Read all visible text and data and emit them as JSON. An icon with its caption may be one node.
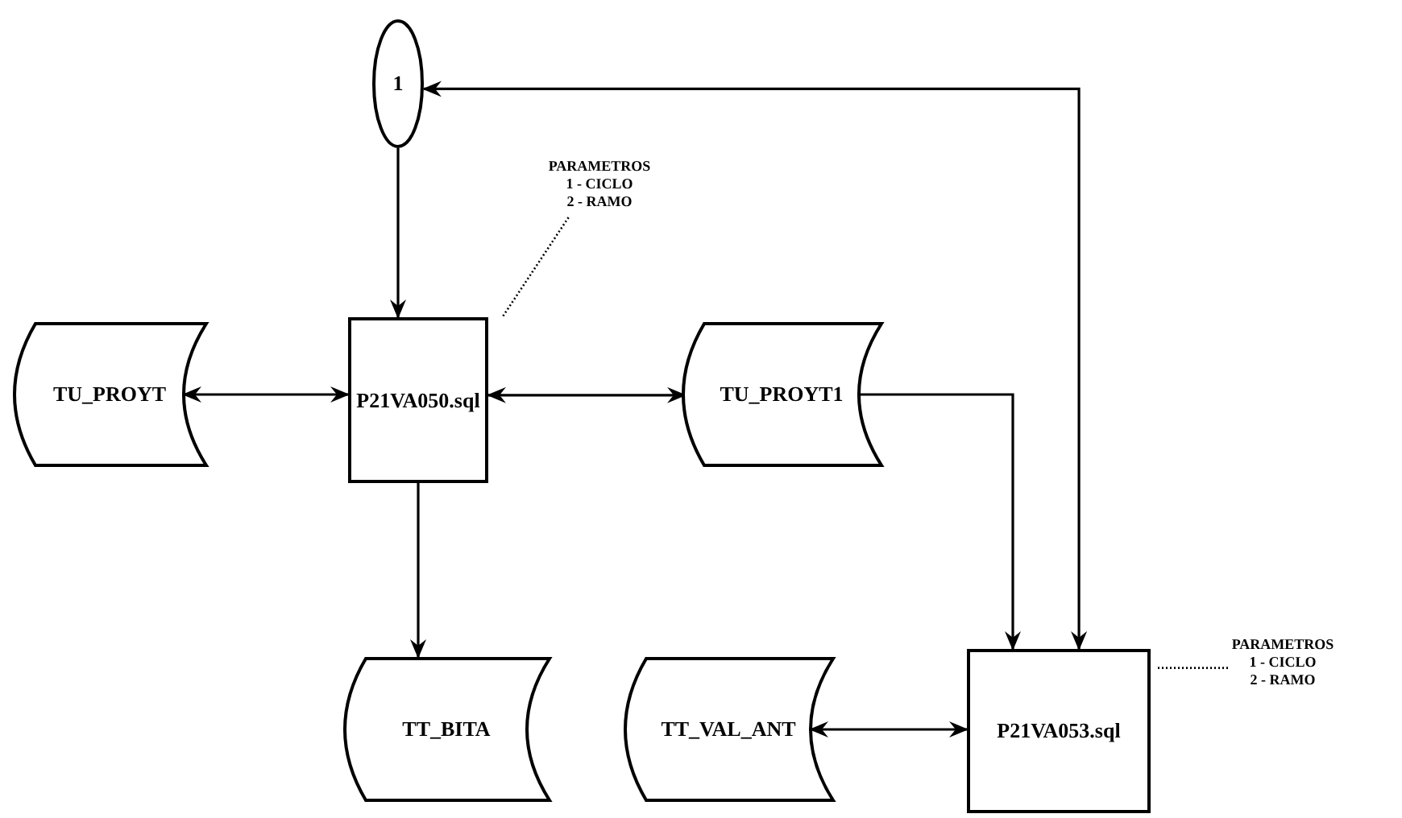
{
  "diagram": {
    "nodes": [
      {
        "text": [
          "1"
        ]
      },
      {
        "text": [
          "TU_PROYT"
        ]
      },
      {
        "text": [
          "P21VA050.sql"
        ]
      },
      {
        "text": [
          "TU_PROYT1"
        ]
      },
      {
        "text": [
          "TT_BITA"
        ]
      },
      {
        "text": [
          "TT_VAL_ANT"
        ]
      },
      {
        "text": [
          "P21VA053.sql"
        ]
      },
      {
        "text": [
          "PARAMETROS",
          "1 - CICLO",
          "2 - RAMO"
        ]
      },
      {
        "text": [
          "PARAMETROS",
          "1 - CICLO",
          "2 - RAMO"
        ]
      }
    ],
    "edges": [
      {
        "from": 0,
        "to": 2,
        "arrow": "to"
      },
      {
        "from": 1,
        "to": 2,
        "arrow": "both"
      },
      {
        "from": 2,
        "to": 3,
        "arrow": "both"
      },
      {
        "from": 2,
        "to": 4,
        "arrow": "to"
      },
      {
        "from": 3,
        "to": 6,
        "arrow": "to"
      },
      {
        "from": 6,
        "to": 0,
        "arrow": "both"
      },
      {
        "from": 5,
        "to": 6,
        "arrow": "both"
      },
      {
        "from": 7,
        "to": 2,
        "arrow": "none",
        "style": "dashed"
      },
      {
        "from": 8,
        "to": 6,
        "arrow": "none",
        "style": "dashed"
      }
    ]
  }
}
